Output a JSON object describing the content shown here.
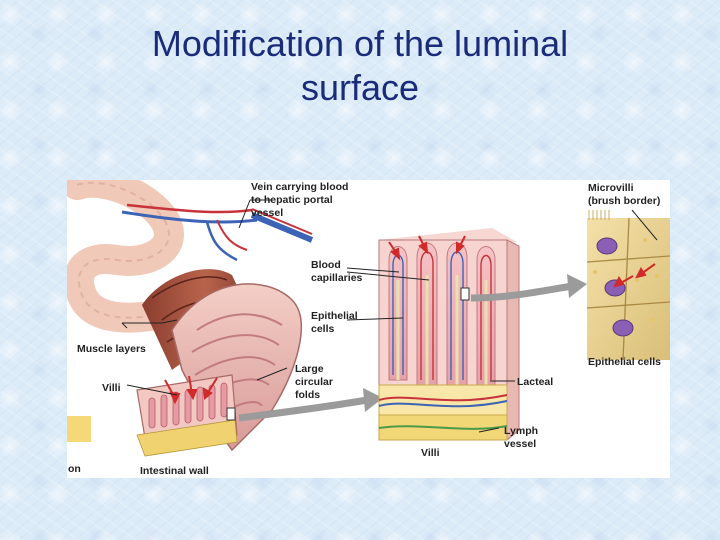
{
  "slide": {
    "title_line1": "Modification of the luminal",
    "title_line2": "surface"
  },
  "figure": {
    "labels": {
      "vein_line1": "Vein carrying blood",
      "vein_line2": "to hepatic portal",
      "vein_line3": "vessel",
      "muscle_layers": "Muscle layers",
      "villi_left": "Villi",
      "cropped_left": "on",
      "intestinal_wall": "Intestinal wall",
      "blood_cap_line1": "Blood",
      "blood_cap_line2": "capillaries",
      "epithelial_line1": "Epithelial",
      "epithelial_line2": "cells",
      "large_folds_line1": "Large",
      "large_folds_line2": "circular",
      "large_folds_line3": "folds",
      "villi_center": "Villi",
      "lacteal": "Lacteal",
      "lymph_line1": "Lymph",
      "lymph_line2": "vessel",
      "microvilli_line1": "Microvilli",
      "microvilli_line2": "(brush border)",
      "epithelial_cells": "Epithelial cells"
    }
  },
  "colors": {
    "title": "#1a2b7a",
    "background": "#dcebf8",
    "tissue_pink": "#e9a9ad",
    "vein_blue": "#3c63b5",
    "artery_red": "#c8323a",
    "fat_yellow": "#f2d776",
    "arrow_gray": "#9b9b9b"
  }
}
